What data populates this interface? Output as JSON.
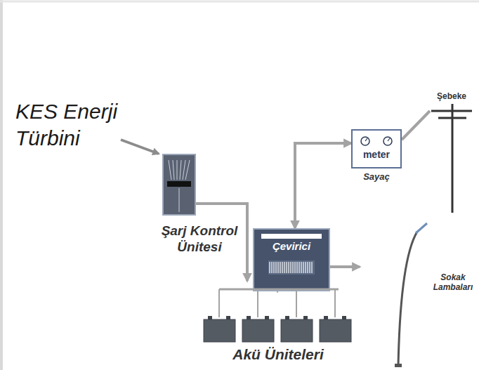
{
  "diagram": {
    "nodes": [
      {
        "text": [
          "Şarj Kontrol Ünitesi"
        ]
      },
      {
        "text": [
          "Çevirici"
        ]
      },
      {
        "text": [
          "meter",
          "Sayaç"
        ]
      },
      {
        "text": [
          "Akü Üniteleri"
        ]
      },
      {
        "text": [
          "Şebeke"
        ]
      },
      {
        "text": [
          "Sokak Lambaları"
        ]
      }
    ],
    "edges": [
      {
        "from": 0,
        "to": 3,
        "arrow": "to"
      },
      {
        "from": 1,
        "to": 3,
        "arrow": "both"
      },
      {
        "from": 1,
        "to": 2,
        "arrow": "both"
      },
      {
        "from": 2,
        "to": 4,
        "arrow": "none"
      },
      {
        "from": 1,
        "to": 5,
        "arrow": "to"
      }
    ],
    "labels": [
      "KES Enerji Türbini"
    ]
  }
}
